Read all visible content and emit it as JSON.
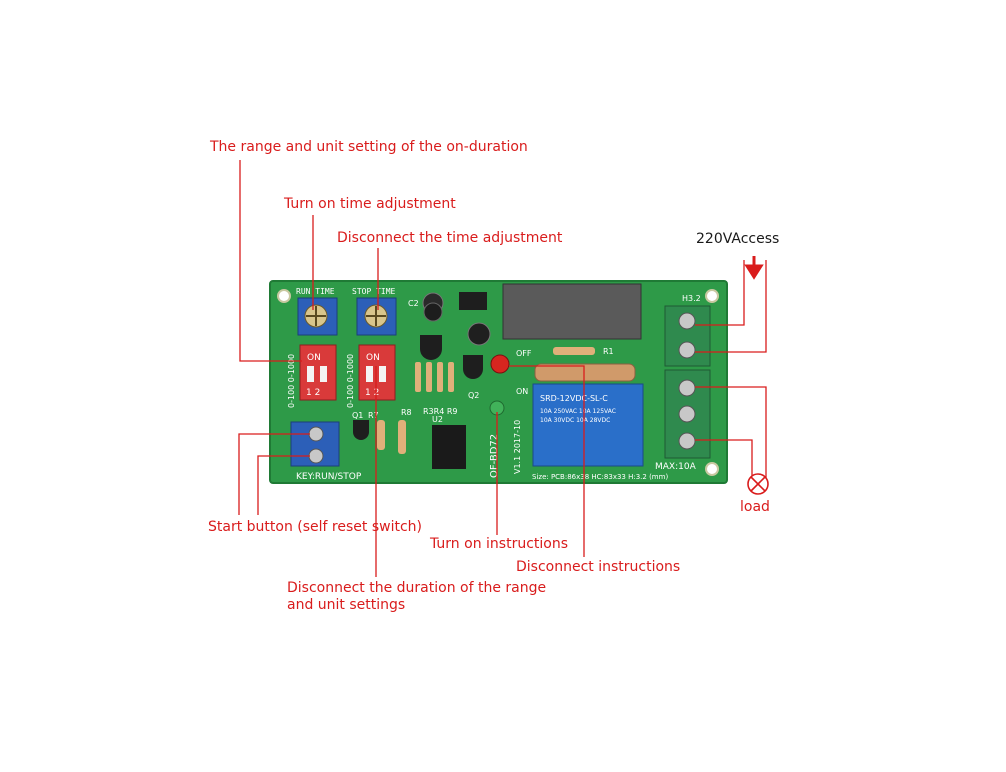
{
  "callouts": {
    "range_unit_on": "The range and unit setting of the on-duration",
    "turn_on_adjust": "Turn on time adjustment",
    "disconnect_adjust": "Disconnect the time adjustment",
    "access_220v": "220VAccess",
    "start_button": "Start button (self reset switch)",
    "turn_on_instructions": "Turn on instructions",
    "disconnect_instructions": "Disconnect instructions",
    "disconnect_duration_line1": "Disconnect the duration of the range",
    "disconnect_duration_line2": "and unit settings",
    "load": "load"
  },
  "board": {
    "run_time": "RUN TIME",
    "stop_time": "STOP TIME",
    "dip_on": "ON",
    "dip_12": "1 2",
    "dip_range_left": "0-100 0-1000",
    "dip_range_right": "0-100 0-1000",
    "key_label": "KEY:RUN/STOP",
    "relay_model": "SRD-12VDC-SL-C",
    "relay_spec1": "10A 250VAC 10A 125VAC",
    "relay_spec2": "10A 30VDC 10A 28VDC",
    "max_label": "MAX:10A",
    "terminal_h": "H3.2",
    "version": "V1.1 2017-10",
    "size_text": "Size: PCB:86x38 HC:83x33 H:3.2 (mm)",
    "off_label": "OFF",
    "on_label": "ON",
    "q1": "Q1",
    "q2": "Q2",
    "r8": "R8",
    "r7": "R7",
    "r3r4r9": "R3R4 R9",
    "u2": "U2",
    "c2": "C2",
    "r1": "R1",
    "model_code": "OF-BD72"
  },
  "colors": {
    "annotation": "#d91c1c",
    "pcb": "#2e9a48",
    "pcb_edge": "#1f7a35",
    "relay": "#2a6fc9",
    "terminal": "#2f8a4e",
    "dip": "#d93a3a",
    "trimmer": "#2c5fb8"
  }
}
